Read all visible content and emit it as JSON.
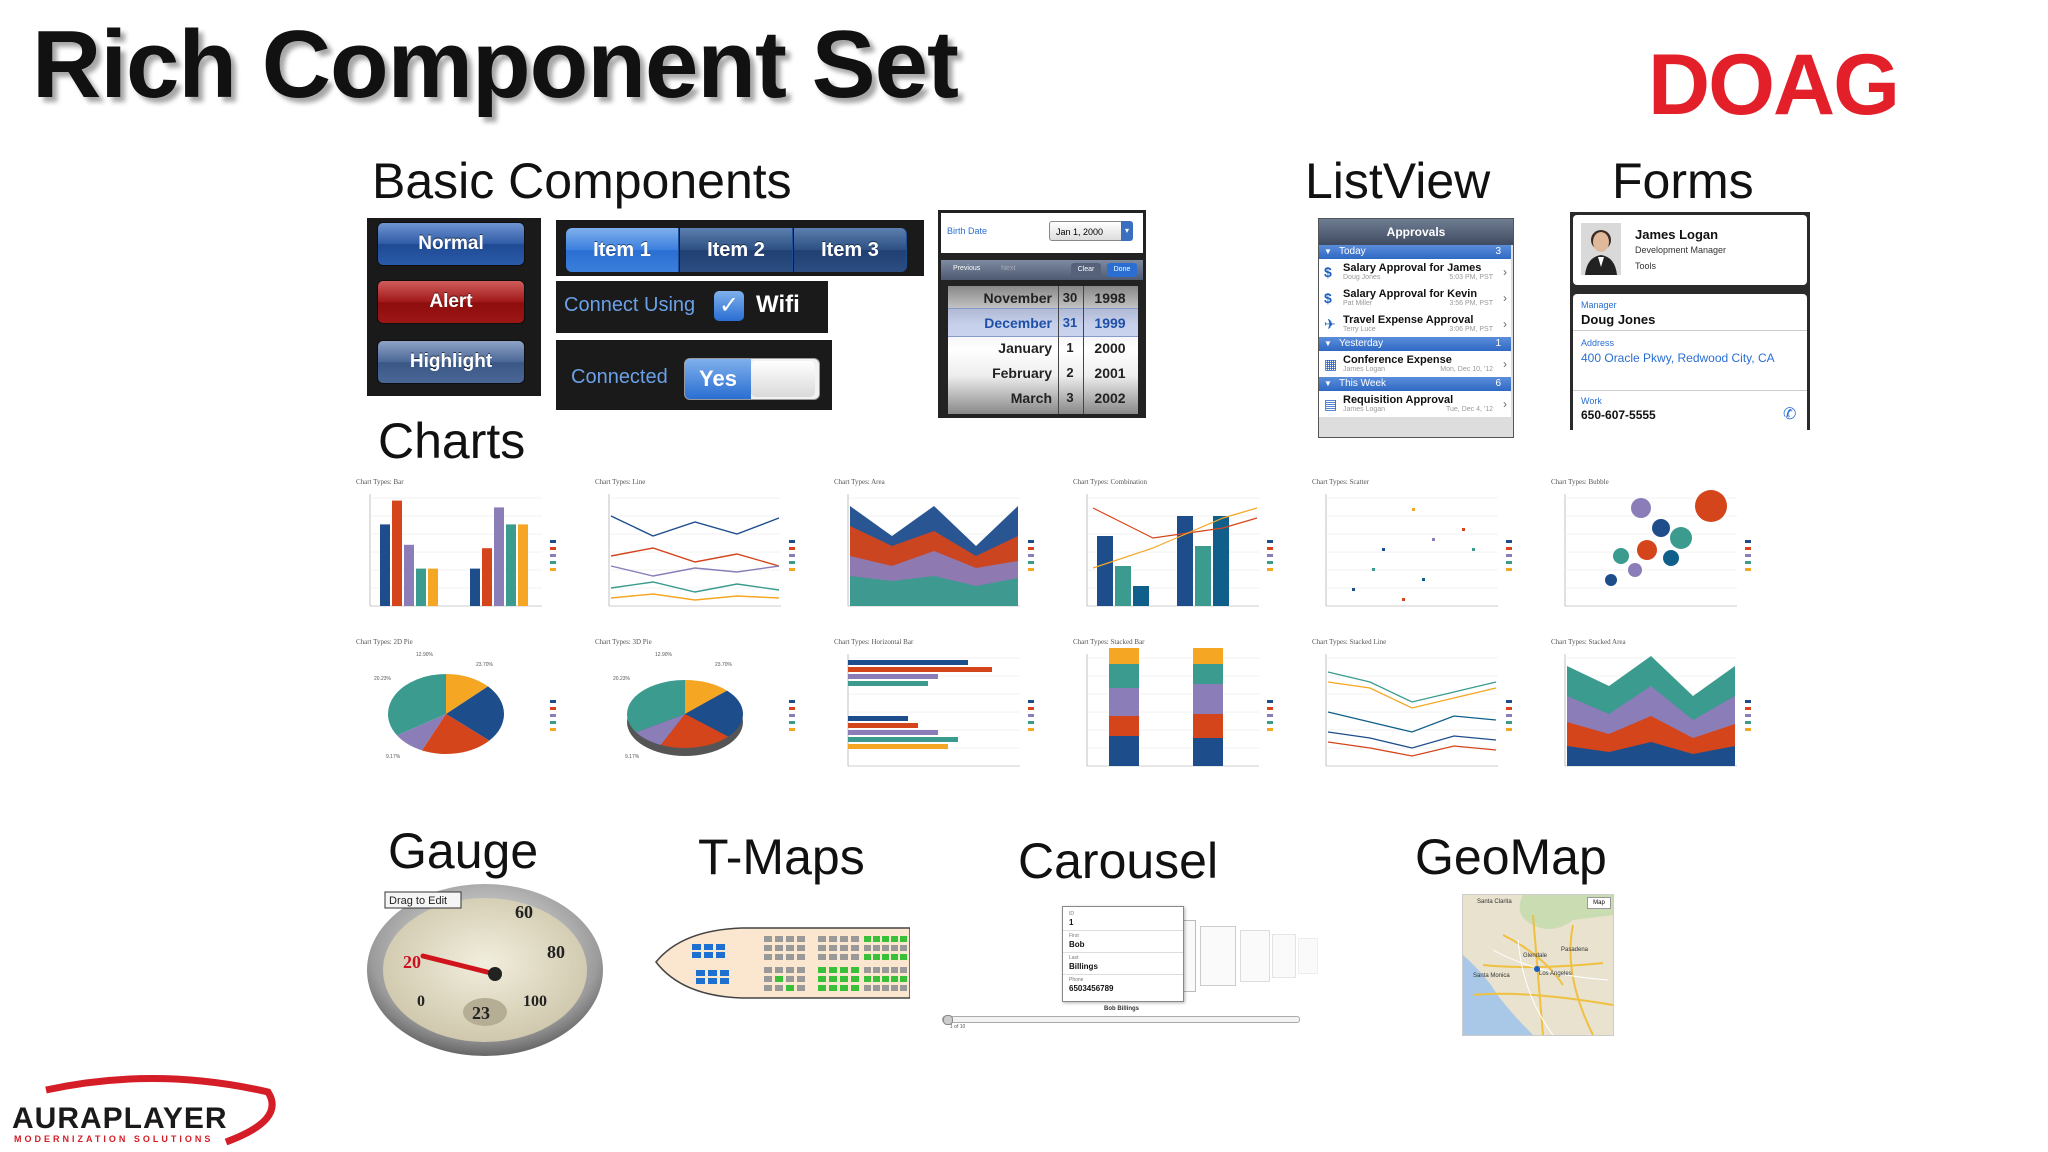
{
  "title": "Rich Component Set",
  "brand": "DOAG",
  "footer_brand": {
    "name": "AURAPLAYER",
    "tagline": "MODERNIZATION SOLUTIONS"
  },
  "sections": {
    "basic": "Basic Components",
    "listview": "ListView",
    "forms": "Forms",
    "charts": "Charts",
    "gauge": "Gauge",
    "tmaps": "T-Maps",
    "carousel": "Carousel",
    "geomap": "GeoMap"
  },
  "buttons": {
    "normal": "Normal",
    "alert": "Alert",
    "highlight": "Highlight"
  },
  "segments": [
    "Item 1",
    "Item 2",
    "Item 3"
  ],
  "connect": {
    "label": "Connect Using",
    "option": "Wifi",
    "checked": true
  },
  "toggle": {
    "label": "Connected",
    "value": "Yes"
  },
  "datepicker": {
    "field_label": "Birth Date",
    "field_value": "Jan 1, 2000",
    "toolbar": {
      "prev": "Previous",
      "next": "Next",
      "clear": "Clear",
      "done": "Done"
    },
    "rows": [
      {
        "month": "November",
        "day": "30",
        "year": "1998"
      },
      {
        "month": "December",
        "day": "31",
        "year": "1999"
      },
      {
        "month": "January",
        "day": "1",
        "year": "2000"
      },
      {
        "month": "February",
        "day": "2",
        "year": "2001"
      },
      {
        "month": "March",
        "day": "3",
        "year": "2002"
      }
    ]
  },
  "listview": {
    "title": "Approvals",
    "groups": [
      {
        "label": "Today",
        "count": "3",
        "items": [
          {
            "icon": "$",
            "title": "Salary Approval for James",
            "sub": "Doug Jones",
            "date": "5:03 PM, PST"
          },
          {
            "icon": "$",
            "title": "Salary Approval for Kevin",
            "sub": "Pat Miller",
            "date": "3:56 PM, PST"
          },
          {
            "icon": "✈",
            "title": "Travel Expense Approval",
            "sub": "Terry Luce",
            "date": "3:06 PM, PST"
          }
        ]
      },
      {
        "label": "Yesterday",
        "count": "1",
        "items": [
          {
            "icon": "▦",
            "title": "Conference Expense",
            "sub": "James Logan",
            "date": "Mon, Dec 10, '12"
          }
        ]
      },
      {
        "label": "This Week",
        "count": "6",
        "items": [
          {
            "icon": "▤",
            "title": "Requisition Approval",
            "sub": "James Logan",
            "date": "Tue, Dec 4, '12"
          }
        ]
      }
    ]
  },
  "form": {
    "name": "James Logan",
    "role": "Development Manager",
    "dept": "Tools",
    "manager_label": "Manager",
    "manager": "Doug Jones",
    "address_label": "Address",
    "address": "400 Oracle Pkwy, Redwood City, CA",
    "work_label": "Work",
    "work": "650-607-5555"
  },
  "chart_titles": [
    "Chart Types: Bar",
    "Chart Types: Line",
    "Chart Types: Area",
    "Chart Types: Combination",
    "Chart Types: Scatter",
    "Chart Types: Bubble",
    "Chart Types: 2D Pie",
    "Chart Types: 3D Pie",
    "Chart Types: Horizontal Bar",
    "Chart Types: Stacked Bar",
    "Chart Types: Stacked Line",
    "Chart Types: Stacked Area"
  ],
  "pie_labels": [
    "12.90%",
    "23.70%",
    "20.23%",
    "9.17%"
  ],
  "chart_colors": [
    "#1e4d8c",
    "#d4451b",
    "#8a7db8",
    "#3a9b8e",
    "#f5a623",
    "#0f5f8a"
  ],
  "gauge": {
    "drag_label": "Drag to Edit",
    "ticks": [
      "20",
      "60",
      "80",
      "0",
      "100"
    ],
    "value": "23"
  },
  "carousel": {
    "fields": [
      {
        "label": "ID",
        "value": "1"
      },
      {
        "label": "First",
        "value": "Bob"
      },
      {
        "label": "Last",
        "value": "Billings"
      },
      {
        "label": "Phone",
        "value": "6503456789"
      }
    ],
    "caption": "Bob Billings",
    "pager": "1 of 10"
  },
  "geomap": {
    "badge": "Map",
    "places": [
      "Santa Clarita",
      "Los Angeles",
      "Glendale",
      "Santa Monica",
      "Pasadena"
    ]
  }
}
